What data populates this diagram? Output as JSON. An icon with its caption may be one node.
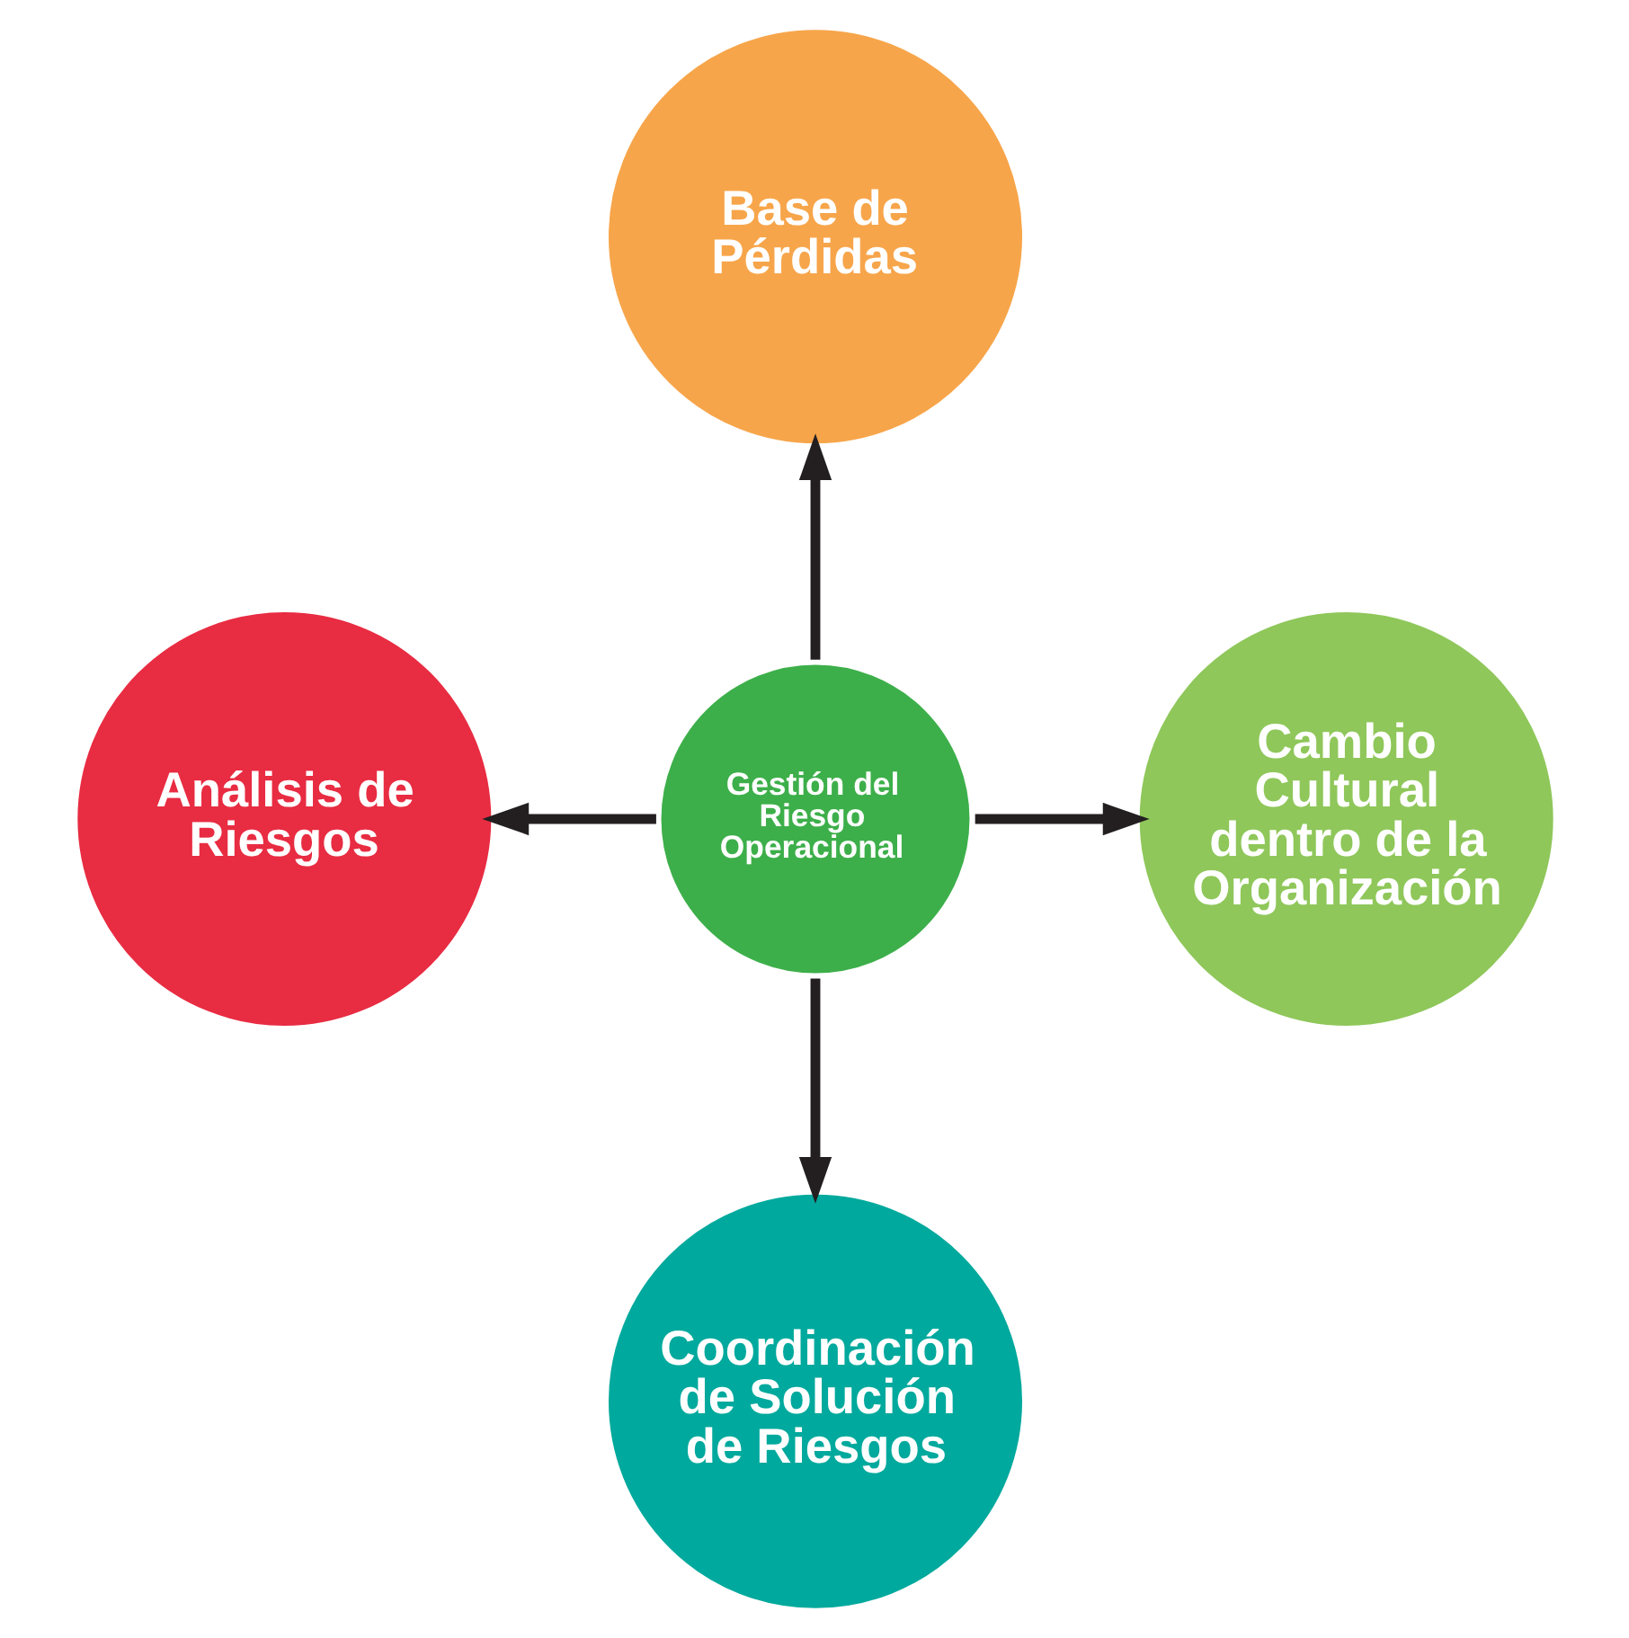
{
  "diagram": {
    "nodes": [
      {
        "text": [
          "Base de Pérdidas"
        ]
      },
      {
        "text": [
          "Análisis de Riesgos"
        ]
      },
      {
        "text": [
          "Gestión del Riesgo Operacional"
        ]
      },
      {
        "text": [
          "Cambio Cultural dentro de la Organización"
        ]
      },
      {
        "text": [
          "Coordinación de Solución de Riesgos"
        ]
      }
    ],
    "edges": [
      {
        "from": 2,
        "to": 0,
        "arrow": "to"
      },
      {
        "from": 2,
        "to": 1,
        "arrow": "to"
      },
      {
        "from": 2,
        "to": 3,
        "arrow": "to"
      },
      {
        "from": 2,
        "to": 4,
        "arrow": "to"
      }
    ]
  }
}
